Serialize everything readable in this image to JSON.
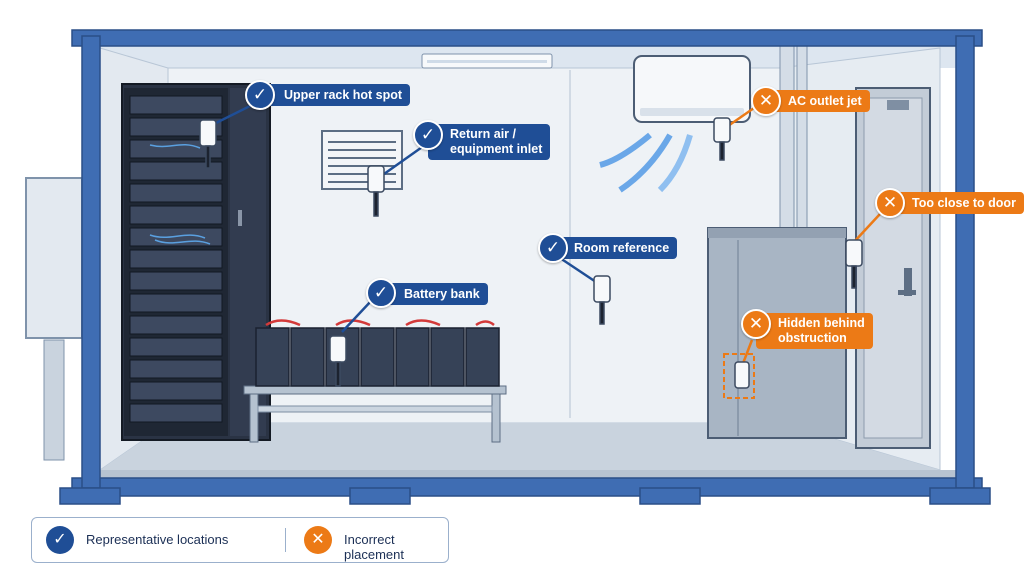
{
  "colors": {
    "correct": "#1f4e96",
    "incorrect": "#ec7a16",
    "frame": "#3f6db3",
    "wall": "#e9eef4"
  },
  "icons": {
    "correct": "check-icon",
    "incorrect": "cross-icon"
  },
  "callouts": {
    "upper_rack": {
      "label": "Upper rack hot spot",
      "status": "correct"
    },
    "return_air": {
      "line1": "Return air /",
      "line2": "equipment inlet",
      "status": "correct"
    },
    "room_reference": {
      "label": "Room reference",
      "status": "correct"
    },
    "battery_bank": {
      "label": "Battery bank",
      "status": "correct"
    },
    "ac_outlet": {
      "label": "AC outlet jet",
      "status": "incorrect"
    },
    "near_door": {
      "label": "Too close to door",
      "status": "incorrect"
    },
    "hidden": {
      "line1": "Hidden behind",
      "line2": "obstruction",
      "status": "incorrect"
    }
  },
  "legend": {
    "correct_label": "Representative locations",
    "incorrect_label": "Incorrect placement"
  }
}
